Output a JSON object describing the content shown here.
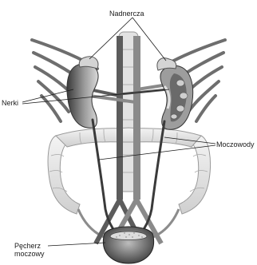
{
  "labels": {
    "adrenal_glands": "Nadnercza",
    "kidneys": "Nerki",
    "ureters": "Moczowody",
    "bladder_line1": "Pęcherz",
    "bladder_line2": "moczowy"
  },
  "colors": {
    "background": "#ffffff",
    "ink": "#1a1a1a",
    "organ_dark": "#4a4a4a",
    "organ_mid": "#8a8a8a",
    "organ_light": "#c8c8c8"
  }
}
